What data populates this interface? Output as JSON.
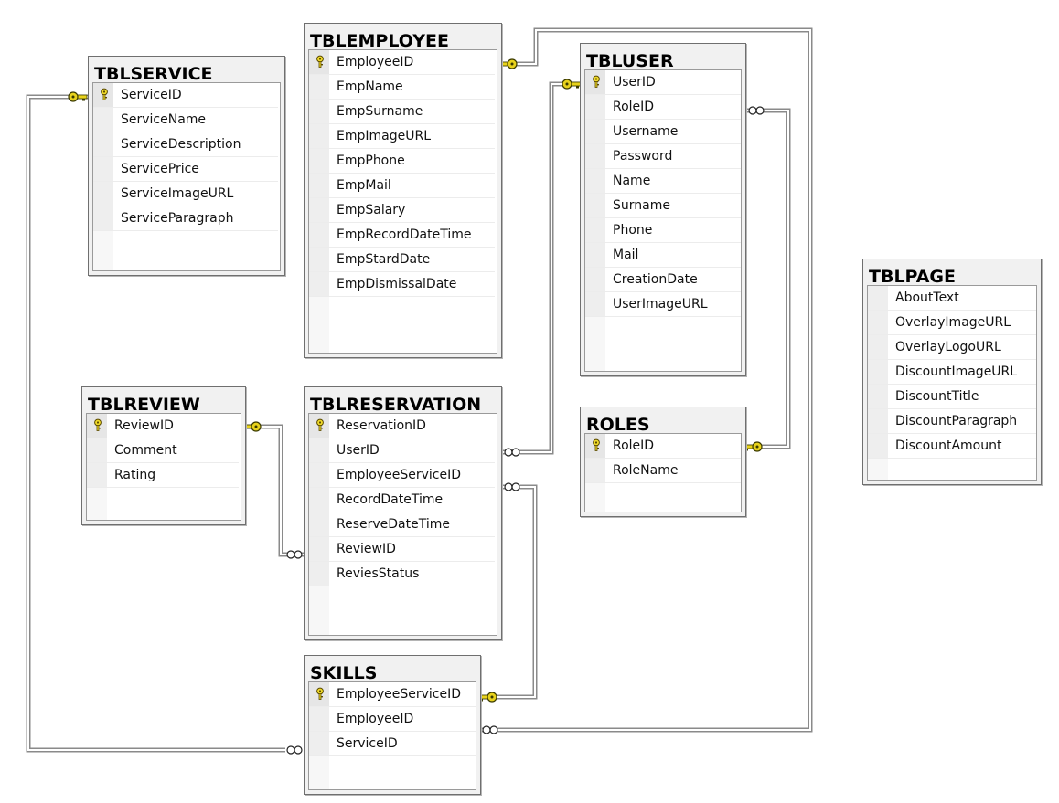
{
  "diagram": {
    "tables": [
      {
        "id": "tblservice",
        "name": "TBLSERVICE",
        "columns": [
          {
            "name": "ServiceID",
            "pk": true
          },
          {
            "name": "ServiceName"
          },
          {
            "name": "ServiceDescription"
          },
          {
            "name": "ServicePrice"
          },
          {
            "name": "ServiceImageURL"
          },
          {
            "name": "ServiceParagraph"
          }
        ]
      },
      {
        "id": "tblemployee",
        "name": "TBLEMPLOYEE",
        "columns": [
          {
            "name": "EmployeeID",
            "pk": true
          },
          {
            "name": "EmpName"
          },
          {
            "name": "EmpSurname"
          },
          {
            "name": "EmpImageURL"
          },
          {
            "name": "EmpPhone"
          },
          {
            "name": "EmpMail"
          },
          {
            "name": "EmpSalary"
          },
          {
            "name": "EmpRecordDateTime"
          },
          {
            "name": "EmpStardDate"
          },
          {
            "name": "EmpDismissalDate"
          }
        ]
      },
      {
        "id": "tbluser",
        "name": "TBLUSER",
        "columns": [
          {
            "name": "UserID",
            "pk": true
          },
          {
            "name": "RoleID"
          },
          {
            "name": "Username"
          },
          {
            "name": "Password"
          },
          {
            "name": "Name"
          },
          {
            "name": "Surname"
          },
          {
            "name": "Phone"
          },
          {
            "name": "Mail"
          },
          {
            "name": "CreationDate"
          },
          {
            "name": "UserImageURL"
          }
        ]
      },
      {
        "id": "tblpage",
        "name": "TBLPAGE",
        "columns": [
          {
            "name": "AboutText"
          },
          {
            "name": "OverlayImageURL"
          },
          {
            "name": "OverlayLogoURL"
          },
          {
            "name": "DiscountImageURL"
          },
          {
            "name": "DiscountTitle"
          },
          {
            "name": "DiscountParagraph"
          },
          {
            "name": "DiscountAmount"
          }
        ]
      },
      {
        "id": "tblreview",
        "name": "TBLREVIEW",
        "columns": [
          {
            "name": "ReviewID",
            "pk": true
          },
          {
            "name": "Comment"
          },
          {
            "name": "Rating"
          }
        ]
      },
      {
        "id": "tblreservation",
        "name": "TBLRESERVATION",
        "columns": [
          {
            "name": "ReservationID",
            "pk": true
          },
          {
            "name": "UserID"
          },
          {
            "name": "EmployeeServiceID"
          },
          {
            "name": "RecordDateTime"
          },
          {
            "name": "ReserveDateTime"
          },
          {
            "name": "ReviewID"
          },
          {
            "name": "ReviesStatus"
          }
        ]
      },
      {
        "id": "roles",
        "name": "ROLES",
        "columns": [
          {
            "name": "RoleID",
            "pk": true
          },
          {
            "name": "RoleName"
          }
        ]
      },
      {
        "id": "skills",
        "name": "SKILLS",
        "columns": [
          {
            "name": "EmployeeServiceID",
            "pk": true
          },
          {
            "name": "EmployeeID"
          },
          {
            "name": "ServiceID"
          }
        ]
      }
    ],
    "relationships": [
      {
        "from": "TBLSERVICE.ServiceID",
        "to": "SKILLS.ServiceID"
      },
      {
        "from": "TBLEMPLOYEE.EmployeeID",
        "to": "SKILLS.EmployeeID"
      },
      {
        "from": "TBLUSER.UserID",
        "to": "TBLRESERVATION.UserID"
      },
      {
        "from": "ROLES.RoleID",
        "to": "TBLUSER.RoleID"
      },
      {
        "from": "TBLREVIEW.ReviewID",
        "to": "TBLRESERVATION.ReviewID"
      },
      {
        "from": "SKILLS.EmployeeServiceID",
        "to": "TBLRESERVATION.EmployeeServiceID"
      }
    ],
    "colors": {
      "key": "#e8d21c",
      "line": "#8a8a8a",
      "border": "#6f6f6f"
    },
    "icons": {
      "primary_key": "key-icon",
      "one_end": "key-icon",
      "many_end": "infinity-icon"
    }
  }
}
